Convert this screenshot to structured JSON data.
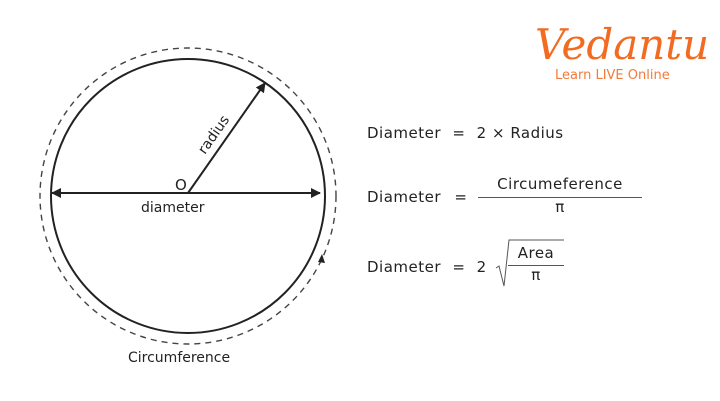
{
  "logo": {
    "brand": "Vedantu",
    "tagline": "Learn LIVE Online"
  },
  "diagram": {
    "center_label": "O",
    "radius_label": "radius",
    "diameter_label": "diameter",
    "circumference_label": "Circumference"
  },
  "formulas": [
    {
      "lhs": "Diameter",
      "op": "=",
      "rhs": "2 × Radius"
    },
    {
      "lhs": "Diameter",
      "op": "=",
      "numerator": "Circumeference",
      "denominator": "π"
    },
    {
      "lhs": "Diameter",
      "op": "=",
      "coef": "2",
      "numerator": "Area",
      "denominator": "π"
    }
  ],
  "colors": {
    "brand": "#f26b21",
    "ink": "#222222"
  }
}
